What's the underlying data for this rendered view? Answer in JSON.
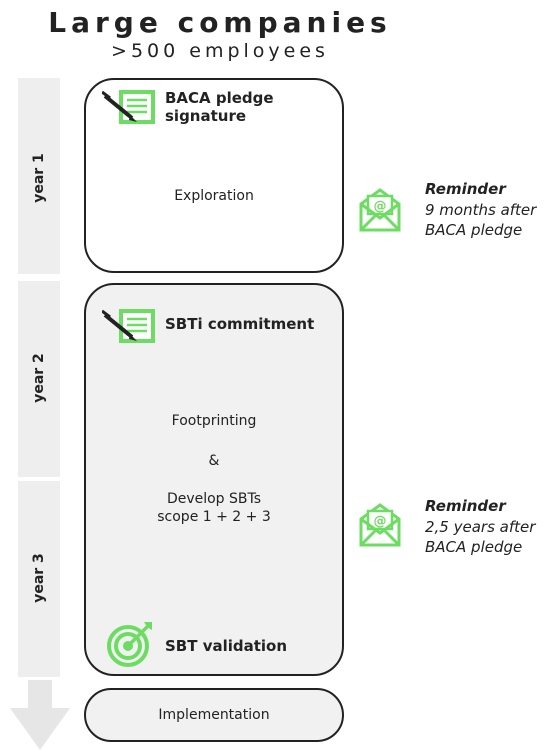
{
  "header": {
    "title": "Large companies",
    "subtitle": ">500 employees"
  },
  "years": [
    "year 1",
    "year 2",
    "year 3"
  ],
  "phase1": {
    "milestone": [
      "BACA pledge",
      "signature"
    ],
    "activity": "Exploration"
  },
  "phase2": {
    "milestone": "SBTi commitment",
    "activity_1": "Footprinting",
    "connector": "&",
    "activity_2": [
      "Develop SBTs",
      "scope 1 + 2 + 3"
    ],
    "end_milestone": "SBT validation"
  },
  "phase3": {
    "activity": "Implementation"
  },
  "reminders": [
    {
      "title": "Reminder",
      "lines": [
        "9 months after",
        "BACA pledge"
      ]
    },
    {
      "title": "Reminder",
      "lines": [
        "2,5 years after",
        "BACA pledge"
      ]
    }
  ],
  "colors": {
    "accent_green": "#6ddc62",
    "year_bar": "#eeeeee",
    "box_fill": "#f1f1f1",
    "arrow": "#e6e6e6"
  },
  "icons": {
    "pledge": "document-pen-icon",
    "commitment": "document-pen-icon",
    "validation": "target-icon",
    "reminder": "email-envelope-icon",
    "timeline": "down-arrow-icon"
  }
}
